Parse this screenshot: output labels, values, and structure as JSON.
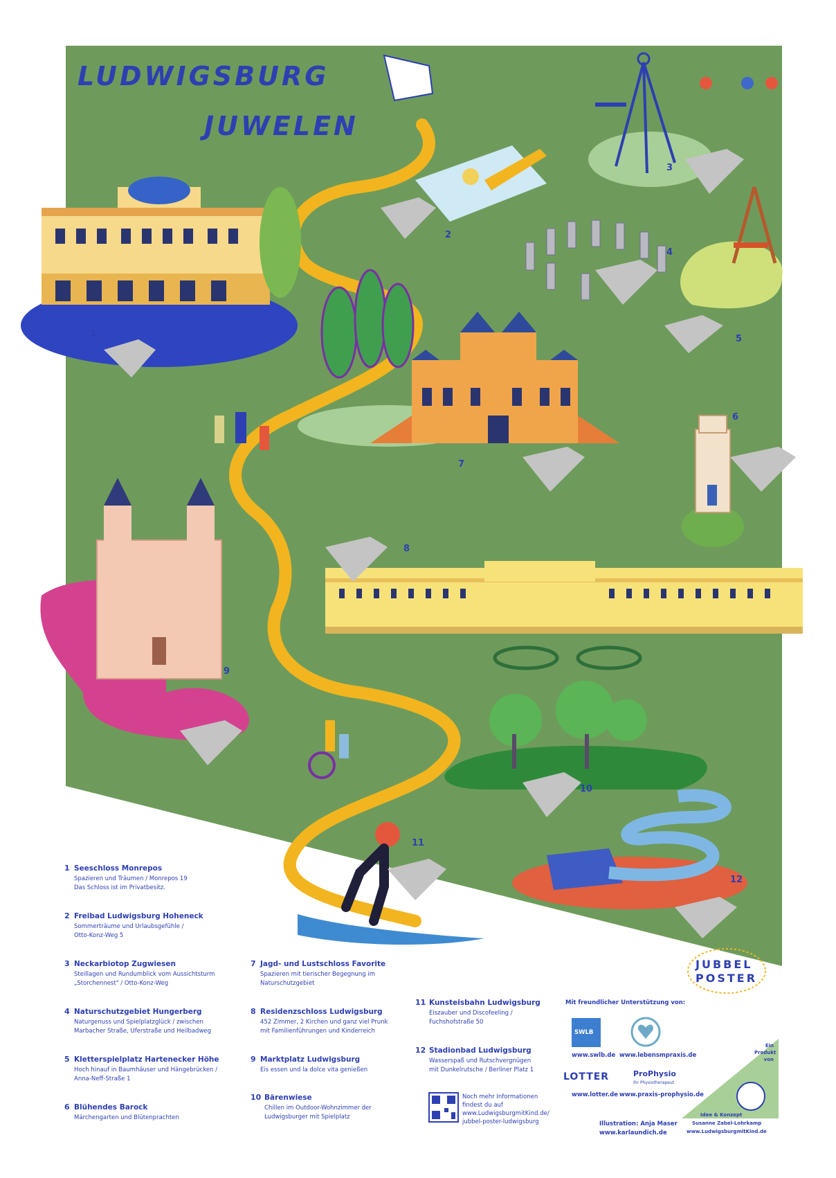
{
  "title": {
    "line1": "LUDWIGSBURG",
    "line2": "JUWELEN"
  },
  "map_numbers": [
    "1",
    "2",
    "3",
    "4",
    "5",
    "6",
    "7",
    "8",
    "9",
    "10",
    "11",
    "12"
  ],
  "legend": [
    {
      "num": "1",
      "name": "Seeschloss Monrepos",
      "desc": [
        "Spazieren und Träumen / Monrepos 19",
        "Das Schloss ist im Privatbesitz."
      ]
    },
    {
      "num": "2",
      "name": "Freibad Ludwigsburg Hoheneck",
      "desc": [
        "Sommerträume und Urlaubsgefühle /",
        "Otto-Konz-Weg 5"
      ]
    },
    {
      "num": "3",
      "name": "Neckarbiotop Zugwiesen",
      "desc": [
        "Steillagen und Rundumblick vom Aussichtsturm",
        "„Storchennest\" / Otto-Konz-Weg"
      ]
    },
    {
      "num": "4",
      "name": "Naturschutzgebiet Hungerberg",
      "desc": [
        "Naturgenuss und Spielplatzglück / zwischen",
        "Marbacher Straße, Uferstraße und Heilbadweg"
      ]
    },
    {
      "num": "5",
      "name": "Kletterspielplatz Hartenecker Höhe",
      "desc": [
        "Hoch hinauf in Baumhäuser und Hängebrücken /",
        "Anna-Neff-Straße 1"
      ]
    },
    {
      "num": "6",
      "name": "Blühendes Barock",
      "desc": [
        "Märchengarten und Blütenprachten"
      ]
    },
    {
      "num": "7",
      "name": "Jagd- und Lustschloss Favorite",
      "desc": [
        "Spazieren mit tierischer Begegnung im",
        "Naturschutzgebiet"
      ]
    },
    {
      "num": "8",
      "name": "Residenzschloss Ludwigsburg",
      "desc": [
        "452 Zimmer, 2 Kirchen und ganz viel Prunk",
        "mit Familienführungen und Kinderreich"
      ]
    },
    {
      "num": "9",
      "name": "Marktplatz Ludwigsburg",
      "desc": [
        "Eis essen und la dolce vita genießen"
      ]
    },
    {
      "num": "10",
      "name": "Bärenwiese",
      "desc": [
        "Chillen im Outdoor-Wohnzimmer der",
        "Ludwigsburger mit Spielplatz"
      ]
    },
    {
      "num": "11",
      "name": "Kunsteisbahn Ludwigsburg",
      "desc": [
        "Eiszauber und Discofeeling /",
        "Fuchshofstraße 50"
      ]
    },
    {
      "num": "12",
      "name": "Stadionbad Ludwigsburg",
      "desc": [
        "Wasserspaß und Rutschvergnügen",
        "mit Dunkelrutsche / Berliner Platz 1"
      ]
    }
  ],
  "qr_text": [
    "Noch mehr Informationen",
    "findest du auf",
    "www.LudwigsburgmitKind.de/",
    "jubbel-poster-ludwigsburg"
  ],
  "support": {
    "heading": "Mit freundlicher Unterstützung von:",
    "swlb_logo": "SWLB",
    "swlb_url": "www.swlb.de",
    "lebensmpraxis_url": "www.lebensmpraxis.de",
    "lotter_logo": "LOTTER",
    "lotter_url": "www.lotter.de",
    "prophysio_logo": "ProPhysio",
    "prophysio_sub": "Ihr Physiotherapeut",
    "prophysio_url": "www.praxis-prophysio.de"
  },
  "illustration": {
    "line1": "Illustration: Anja Maser",
    "line2": "www.karlaundich.de"
  },
  "product": {
    "lines": [
      "Ein",
      "Produkt",
      "von"
    ],
    "idea_label": "Idee & Konzept",
    "idea_name": "Susanne Zabel-Lohrkamp",
    "idea_url": "www.LudwigsburgmitKind.de"
  },
  "jubbel": {
    "line1": "JUBBEL",
    "line2": "POSTER"
  },
  "colors": {
    "map_green": "#6e9b5b",
    "path": "#f2b51f",
    "blue": "#2d3fb3",
    "diamond": "#c4c4c4",
    "magenta": "#d4428f",
    "lime": "#cfe07a"
  }
}
